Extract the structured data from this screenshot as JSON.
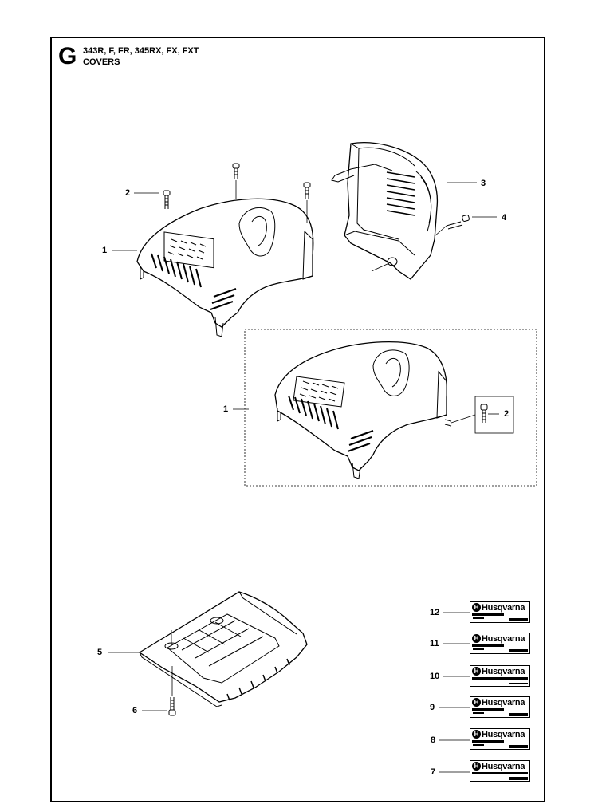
{
  "header": {
    "section_letter": "G",
    "models": "343R, F, FR, 345RX, FX, FXT",
    "title": "COVERS"
  },
  "callouts": {
    "c1_top": "1",
    "c2_top": "2",
    "c3": "3",
    "c4": "4",
    "c1_box": "1",
    "c2_box": "2",
    "c5": "5",
    "c6": "6"
  },
  "decals": [
    {
      "number": "12",
      "brand": "Husqvarna",
      "logo": "H",
      "variant": "start-F"
    },
    {
      "number": "11",
      "brand": "Husqvarna",
      "logo": "H",
      "variant": "start-F"
    },
    {
      "number": "10",
      "brand": "Husqvarna",
      "logo": "H",
      "variant": "plain"
    },
    {
      "number": "9",
      "brand": "Husqvarna",
      "logo": "H",
      "variant": "start-F"
    },
    {
      "number": "8",
      "brand": "Husqvarna",
      "logo": "H",
      "variant": "start-F"
    },
    {
      "number": "7",
      "brand": "Husqvarna",
      "logo": "H",
      "variant": "F"
    }
  ]
}
